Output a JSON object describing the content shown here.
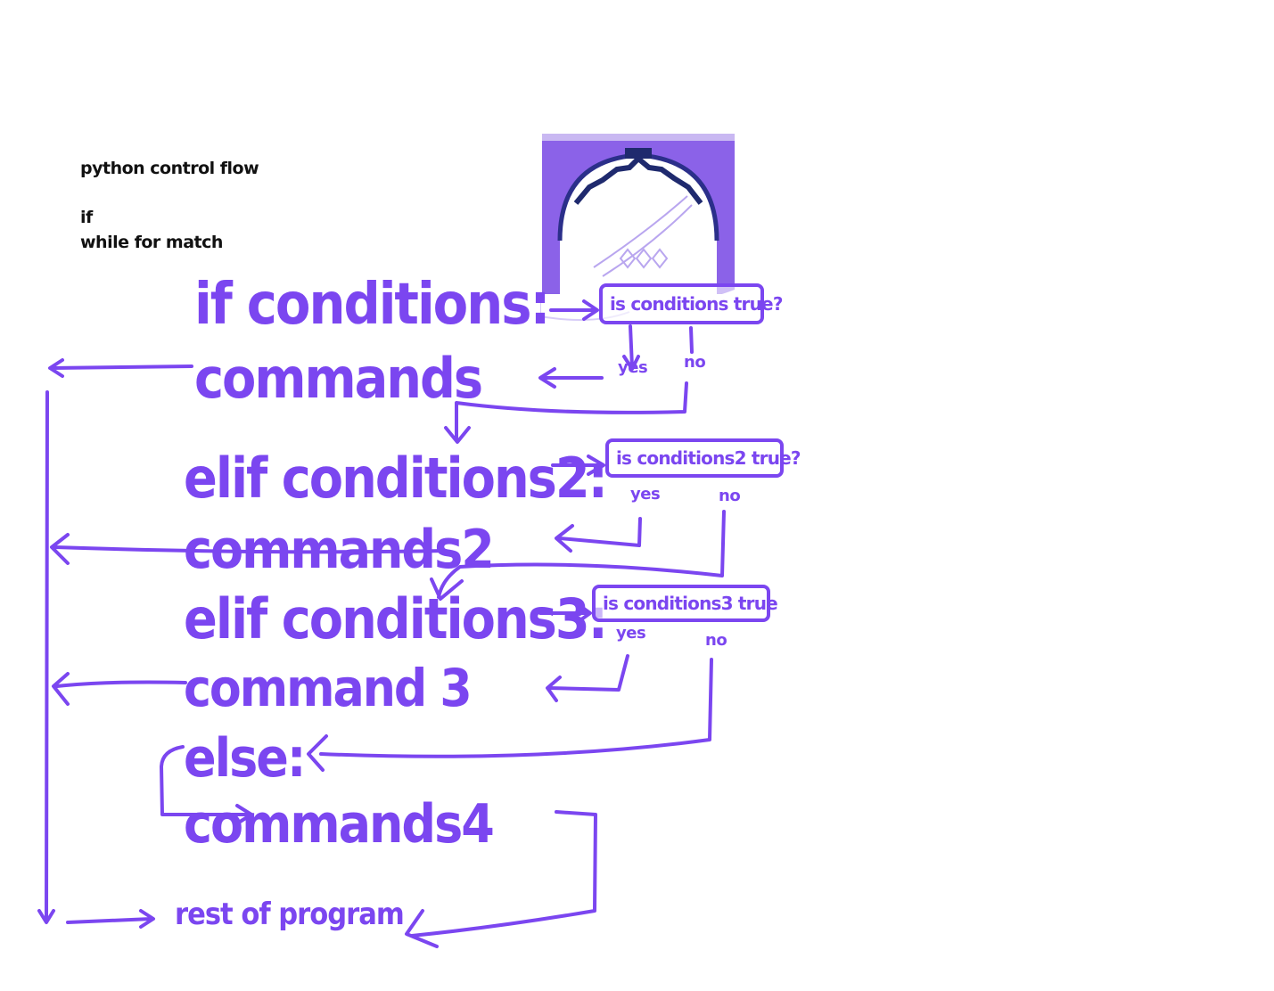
{
  "notes": {
    "title": "python control flow",
    "line1": "if",
    "line2": "while for match"
  },
  "code": {
    "if_line": "if conditions:",
    "commands1": "commands",
    "elif2": "elif conditions2:",
    "commands2": "commands2",
    "elif3": "elif conditions3:",
    "command3": "command 3",
    "else_line": "else:",
    "commands4": "commands4",
    "rest": "rest of program"
  },
  "decisions": [
    {
      "question": "is conditions true?",
      "yes": "yes",
      "no": "no"
    },
    {
      "question": "is conditions2 true?",
      "yes": "yes",
      "no": "no"
    },
    {
      "question": "is conditions3 true",
      "yes": "yes",
      "no": "no"
    }
  ],
  "colors": {
    "ink": "#7b46f0",
    "note_text": "#111111",
    "logo_purple": "#8b62e8"
  },
  "icons": {
    "logo": "arch-gear-logo"
  }
}
